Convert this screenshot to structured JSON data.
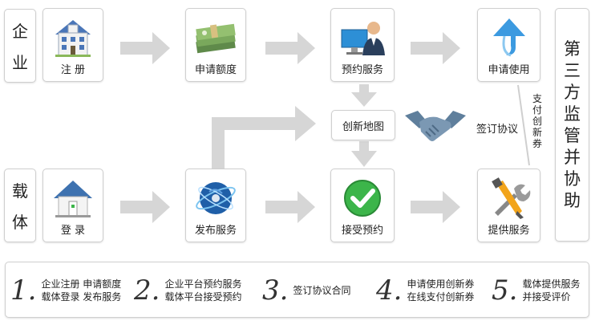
{
  "rows": {
    "top": [
      "企",
      "业"
    ],
    "bottom": [
      "载",
      "体"
    ]
  },
  "nodes": {
    "register": "注 册",
    "apply_quota": "申请额度",
    "reserve_service": "预约服务",
    "apply_use": "申请使用",
    "innovation_map": "创新地图",
    "login": "登 录",
    "publish_service": "发布服务",
    "accept_reservation": "接受预约",
    "provide_service": "提供服务"
  },
  "sign_agreement": "签订协议",
  "pay_voucher": [
    "支",
    "付",
    "创",
    "新",
    "券"
  ],
  "third_party": [
    "第",
    "三",
    "方",
    "监",
    "管",
    "并",
    "协",
    "助"
  ],
  "steps": [
    {
      "num": "1.",
      "lines": [
        "企业注册  申请额度",
        "载体登录  发布服务"
      ]
    },
    {
      "num": "2.",
      "lines": [
        "企业平台预约服务",
        "载体平台接受预约"
      ]
    },
    {
      "num": "3.",
      "lines": [
        "签订协议合同"
      ]
    },
    {
      "num": "4.",
      "lines": [
        "申请使用创新券",
        "在线支付创新券"
      ]
    },
    {
      "num": "5.",
      "lines": [
        "载体提供服务",
        "并接受评价"
      ]
    }
  ],
  "colors": {
    "arrow": "#d6d6d6",
    "border": "#cfcfcf",
    "check_green": "#3cb54a",
    "handshake": "#5f7f9c"
  },
  "icons": [
    "building-icon",
    "money-icon",
    "user-computer-icon",
    "upload-arrow-icon",
    "house-icon",
    "globe-icon",
    "checkmark-icon",
    "tools-icon",
    "handshake-icon"
  ]
}
